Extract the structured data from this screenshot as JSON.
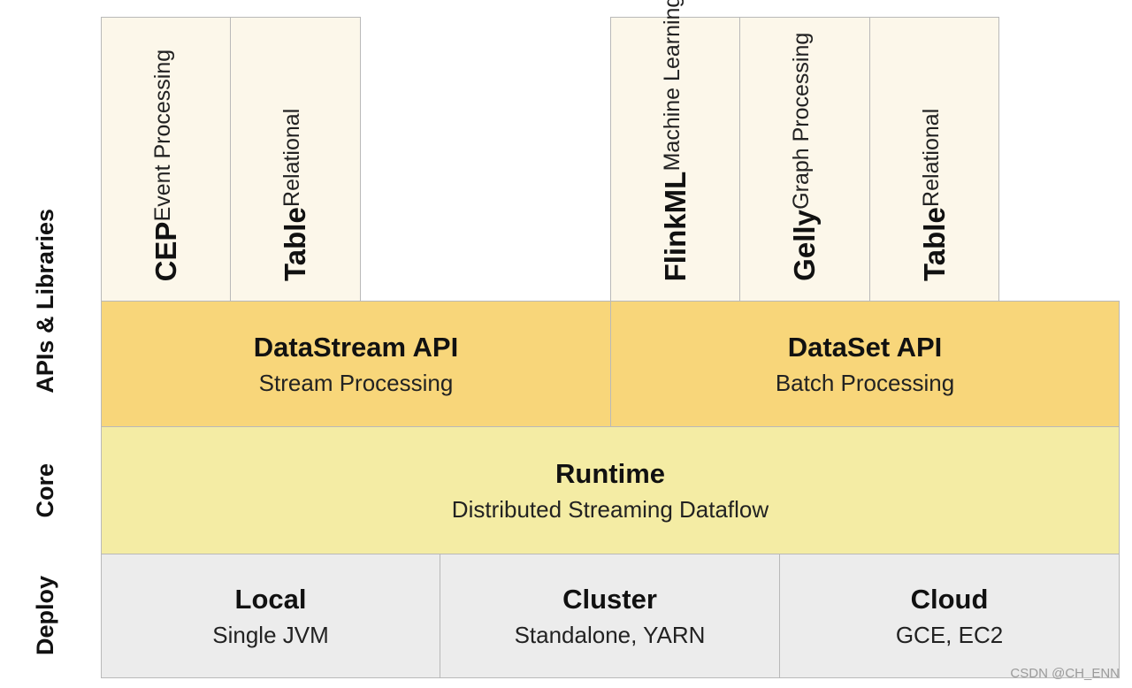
{
  "side_labels": {
    "apis": "APIs & Libraries",
    "core": "Core",
    "deploy": "Deploy"
  },
  "libraries": {
    "cep": {
      "name": "CEP",
      "desc": "Event Processing"
    },
    "table_stream": {
      "name": "Table",
      "desc": "Relational"
    },
    "flinkml": {
      "name": "FlinkML",
      "desc": "Machine Learning"
    },
    "gelly": {
      "name": "Gelly",
      "desc": "Graph Processing"
    },
    "table_batch": {
      "name": "Table",
      "desc": "Relational"
    }
  },
  "apis": {
    "datastream": {
      "name": "DataStream API",
      "desc": "Stream Processing"
    },
    "dataset": {
      "name": "DataSet API",
      "desc": "Batch Processing"
    }
  },
  "core": {
    "name": "Runtime",
    "desc": "Distributed Streaming Dataflow"
  },
  "deploy": {
    "local": {
      "name": "Local",
      "desc": "Single JVM"
    },
    "cluster": {
      "name": "Cluster",
      "desc": "Standalone, YARN"
    },
    "cloud": {
      "name": "Cloud",
      "desc": "GCE, EC2"
    }
  },
  "watermark": "CSDN @CH_ENN"
}
